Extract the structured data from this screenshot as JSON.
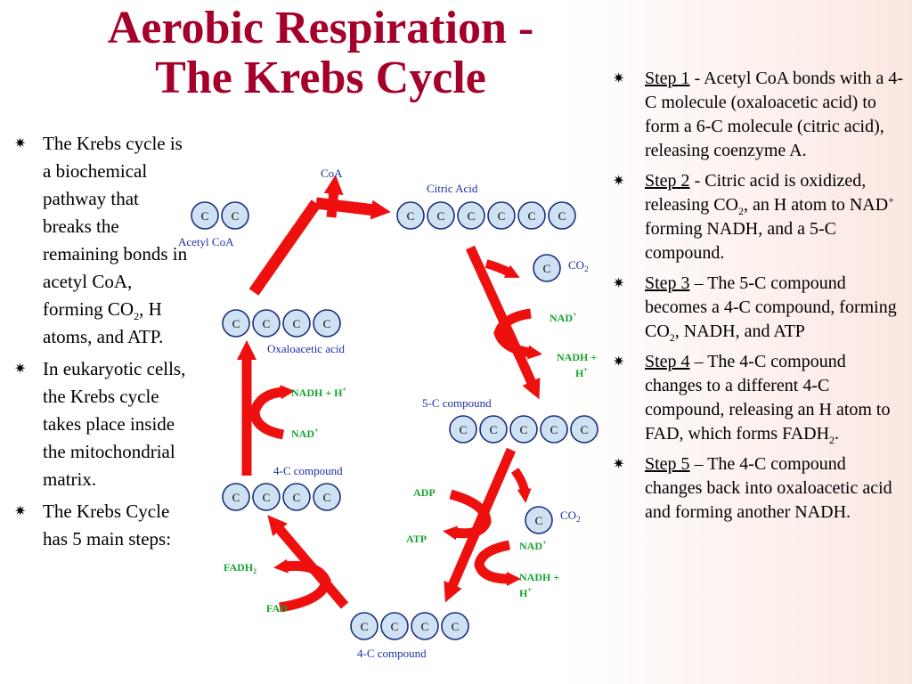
{
  "title": {
    "line1": "Aerobic Respiration -",
    "line2": "The Krebs Cycle"
  },
  "bullet_symbol": "✷",
  "left": {
    "b1": {
      "p1": "The Krebs cycle is a biochemical pathway that breaks the remaining bonds in acetyl CoA, forming CO",
      "sub": "2",
      "p2": ", H atoms, and ATP."
    },
    "b2": "In eukaryotic cells, the Krebs cycle takes place inside the mitochondrial matrix.",
    "b3": "The Krebs Cycle has 5 main steps:"
  },
  "right": {
    "s1": {
      "label": "Step 1",
      "text": " - Acetyl CoA bonds with a 4-C molecule (oxaloacetic acid) to form a 6-C molecule (citric acid), releasing coenzyme A."
    },
    "s2": {
      "label": "Step 2",
      "t1": " - Citric acid is oxidized, releasing  CO",
      "sub": "2",
      "t2": ", an H atom to NAD",
      "sup": "+",
      "t3": " forming NADH, and a 5-C compound."
    },
    "s3": {
      "label": "Step 3",
      "t1": " – The 5-C compound becomes a 4-C compound, forming CO",
      "sub": "2",
      "t2": ", NADH, and ATP"
    },
    "s4": {
      "label": "Step 4",
      "t1": " – The 4-C compound changes to a different 4-C compound, releasing an H atom to FAD, which forms FADH",
      "sub": "2",
      "t2": "."
    },
    "s5": {
      "label": "Step 5",
      "text": " – The 4-C compound changes back into oxaloacetic acid and forming another NADH."
    }
  },
  "diagram": {
    "atom_letter": "C",
    "labels": {
      "coa": "CoA",
      "citric_acid": "Citric Acid",
      "acetyl_coa": "Acetyl CoA",
      "co2": "CO",
      "co2_sub": "2",
      "oxaloacetic_acid": "Oxaloacetic acid",
      "five_c": "5-C compound",
      "four_c_left": "4-C compound",
      "four_c_bottom": "4-C compound"
    },
    "carriers": {
      "nad_plus": "NAD",
      "plus": "+",
      "nadh_h_1": "NADH +",
      "h_plus": "H",
      "nadh_plus_h": "NADH + H",
      "adp": "ADP",
      "atp": "ATP",
      "fadh2": "FADH",
      "fadh2_sub": "2",
      "fad": "FAD"
    },
    "colors": {
      "arrow": "#ee0f0f",
      "atom_fill": "#cfe2f3",
      "atom_stroke": "#1b2f7d",
      "label_blue": "#1e2fa8",
      "carrier_green": "#15a331",
      "title": "#a5002a"
    }
  }
}
